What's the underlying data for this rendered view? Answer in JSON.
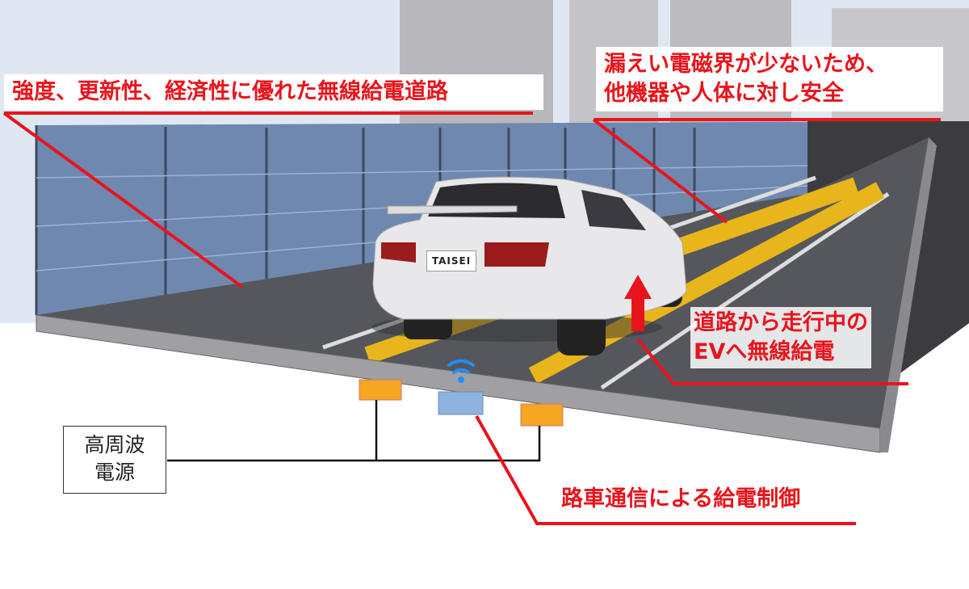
{
  "labels": {
    "road_feature": "強度、更新性、経済性に優れた無線給電道路",
    "safety_line1": "漏えい電磁界が少ないため、",
    "safety_line2": "他機器や人体に対し安全",
    "charging_line1": "道路から走行中の",
    "charging_line2": "EVへ無線給電",
    "communication": "路車通信による給電制御"
  },
  "power_source": {
    "line1": "高周波",
    "line2": "電源"
  },
  "car": {
    "plate": "TAISEI"
  },
  "colors": {
    "accent_red": "#e8141c",
    "coil_orange": "#f5a623",
    "comm_blue": "#8fb3e0",
    "lane_yellow": "#e8b51a"
  }
}
